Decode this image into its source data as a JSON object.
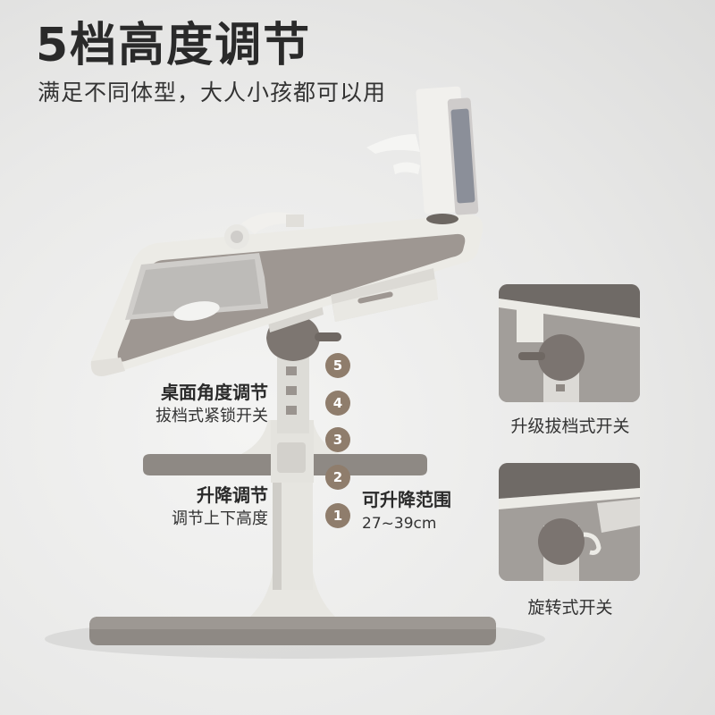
{
  "headline": "5档高度调节",
  "subline": "满足不同体型，大人小孩都可以用",
  "features": {
    "tilt": {
      "title": "桌面角度调节",
      "subtitle": "拔档式紧锁开关"
    },
    "lift": {
      "title": "升降调节",
      "subtitle": "调节上下高度"
    },
    "range": {
      "title": "可升降范围",
      "value": "27~39cm"
    }
  },
  "levels": [
    "5",
    "4",
    "3",
    "2",
    "1"
  ],
  "switches": [
    {
      "caption": "升级拔档式开关"
    },
    {
      "caption": "旋转式开关"
    }
  ],
  "colors": {
    "badge": "#8f7d6c",
    "tabletop": "#9e9792",
    "frame": "#ecebe6",
    "knob": "#7d7671"
  }
}
